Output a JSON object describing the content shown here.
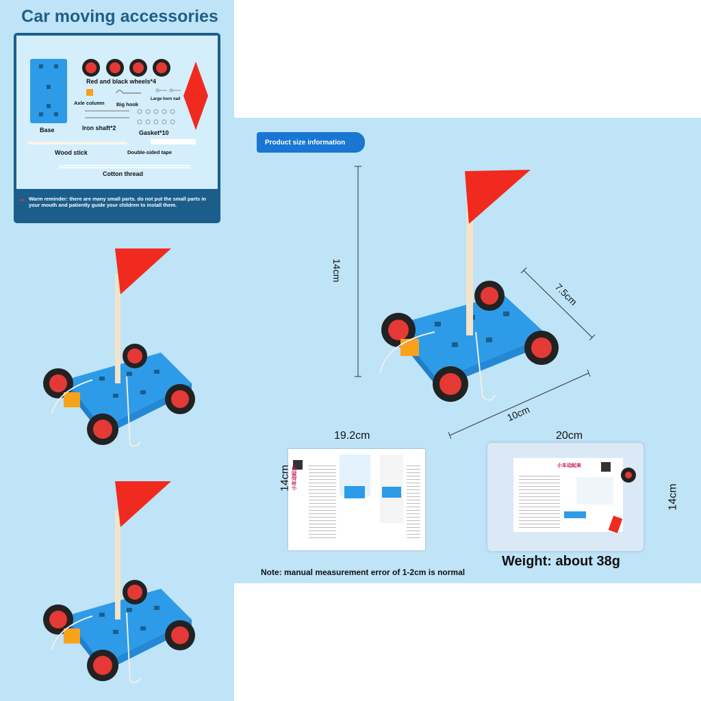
{
  "accessories": {
    "title": "Car moving accessories",
    "labels": {
      "wheels": "Red and black wheels*4",
      "axle_column": "Axle column",
      "big_hook": "Big hook",
      "horn_nail": "Large horn nail",
      "base": "Base",
      "iron_shaft": "Iron shaft*2",
      "gasket": "Gasket*10",
      "wood_stick": "Wood stick",
      "tape": "Double-sided tape",
      "thread": "Cotton thread"
    },
    "reminder": "Warm reminder: there are many small parts. do not put the small parts in your mouth and patiently guide your children to install them."
  },
  "size_info": {
    "badge": "Product size information",
    "height": "14cm",
    "width": "7.5cm",
    "length": "10cm",
    "manual_width": "19.2cm",
    "manual_height": "14cm",
    "bag_width": "20cm",
    "bag_height": "14cm",
    "manual_title": "小车动起来",
    "bag_title": "小车动起来",
    "note": "Note: manual measurement error of 1-2cm is normal",
    "weight": "Weight: about 38g"
  },
  "colors": {
    "panel_bg": "#bfe3f7",
    "title": "#1f5f86",
    "box": "#1b5e8c",
    "badge": "#1976d2",
    "car_body": "#2e9be8",
    "flag": "#f02a1e",
    "wheel": "#e53935"
  }
}
